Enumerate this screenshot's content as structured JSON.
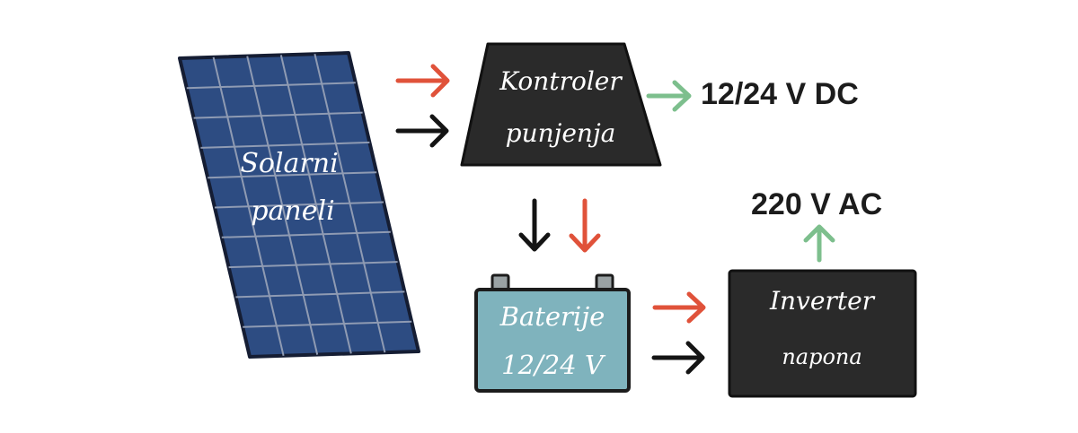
{
  "nodes": {
    "solar_panel": {
      "line1": "Solarni",
      "line2": "paneli"
    },
    "charge_controller": {
      "line1": "Kontroler",
      "line2": "punjenja"
    },
    "battery": {
      "line1": "Baterije",
      "line2": "12/24 V"
    },
    "inverter": {
      "line1": "Inverter",
      "line2": "napona"
    }
  },
  "outputs": {
    "dc": "12/24 V DC",
    "ac": "220 V AC"
  },
  "colors": {
    "panel_fill": "#2d4c82",
    "panel_grid": "#8f9bb3",
    "dark_box": "#2a2a2a",
    "battery_fill": "#7fb3bd",
    "arrow_red": "#e0523a",
    "arrow_black": "#141414",
    "arrow_green": "#7dbf8d"
  }
}
